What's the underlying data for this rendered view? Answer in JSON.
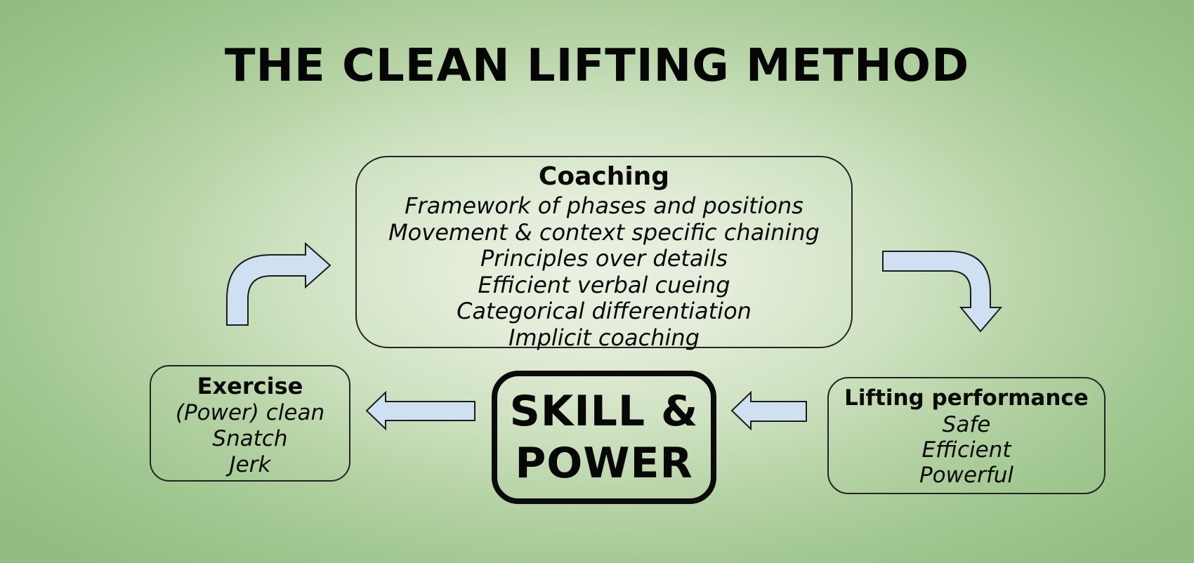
{
  "title": "THE CLEAN LIFTING METHOD",
  "colors": {
    "background_center": "#e9f1e1",
    "background_edge": "#92bc81",
    "arrow_fill": "#cfe0f2",
    "arrow_stroke": "#1c1c1c",
    "box_border": "#232323",
    "text": "#0a0a0a"
  },
  "boxes": {
    "coaching": {
      "title": "Coaching",
      "items": [
        "Framework of phases and positions",
        "Movement & context specific chaining",
        "Principles over details",
        "Efficient verbal cueing",
        "Categorical differentiation",
        "Implicit coaching"
      ]
    },
    "exercise": {
      "title": "Exercise",
      "items": [
        "(Power) clean",
        "Snatch",
        "Jerk"
      ]
    },
    "skill_power": {
      "line1": "SKILL &",
      "line2": "POWER"
    },
    "lifting_performance": {
      "title": "Lifting performance",
      "items": [
        "Safe",
        "Efficient",
        "Powerful"
      ]
    }
  }
}
